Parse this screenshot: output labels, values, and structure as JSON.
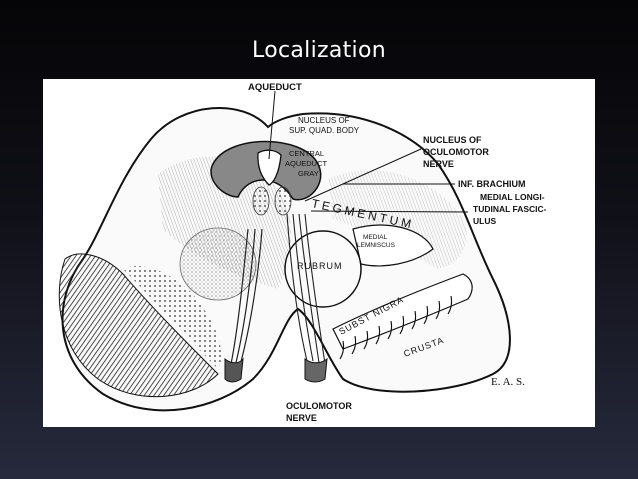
{
  "slide": {
    "title": "Localization"
  },
  "figure": {
    "labels": {
      "aqueduct": "AQUEDUCT",
      "nucleus_sup_quad_1": "NUCLEUS OF",
      "nucleus_sup_quad_2": "SUP. QUAD. BODY",
      "central_gray_1": "CENTRAL",
      "central_gray_2": "AQUEDUCT",
      "central_gray_3": "GRAY",
      "nucleus_oculomotor_1": "NUCLEUS OF",
      "nucleus_oculomotor_2": "OCULOMOTOR",
      "nucleus_oculomotor_3": "NERVE",
      "inf_brachium": "INF. BRACHIUM",
      "mlf_1": "MEDIAL LONGI-",
      "mlf_2": "TUDINAL FASCIC-",
      "mlf_3": "ULUS",
      "tegmentum": "TEGMENTUM",
      "medial_lemniscus_1": "MEDIAL",
      "medial_lemniscus_2": "LEMNISCUS",
      "rubrum": "RUBRUM",
      "subst_nigra": "SUBST NIGRA",
      "crusta": "CRUSTA",
      "oculomotor_nerve_1": "OCULOMOTOR",
      "oculomotor_nerve_2": "NERVE",
      "signature": "E. A. S."
    }
  }
}
